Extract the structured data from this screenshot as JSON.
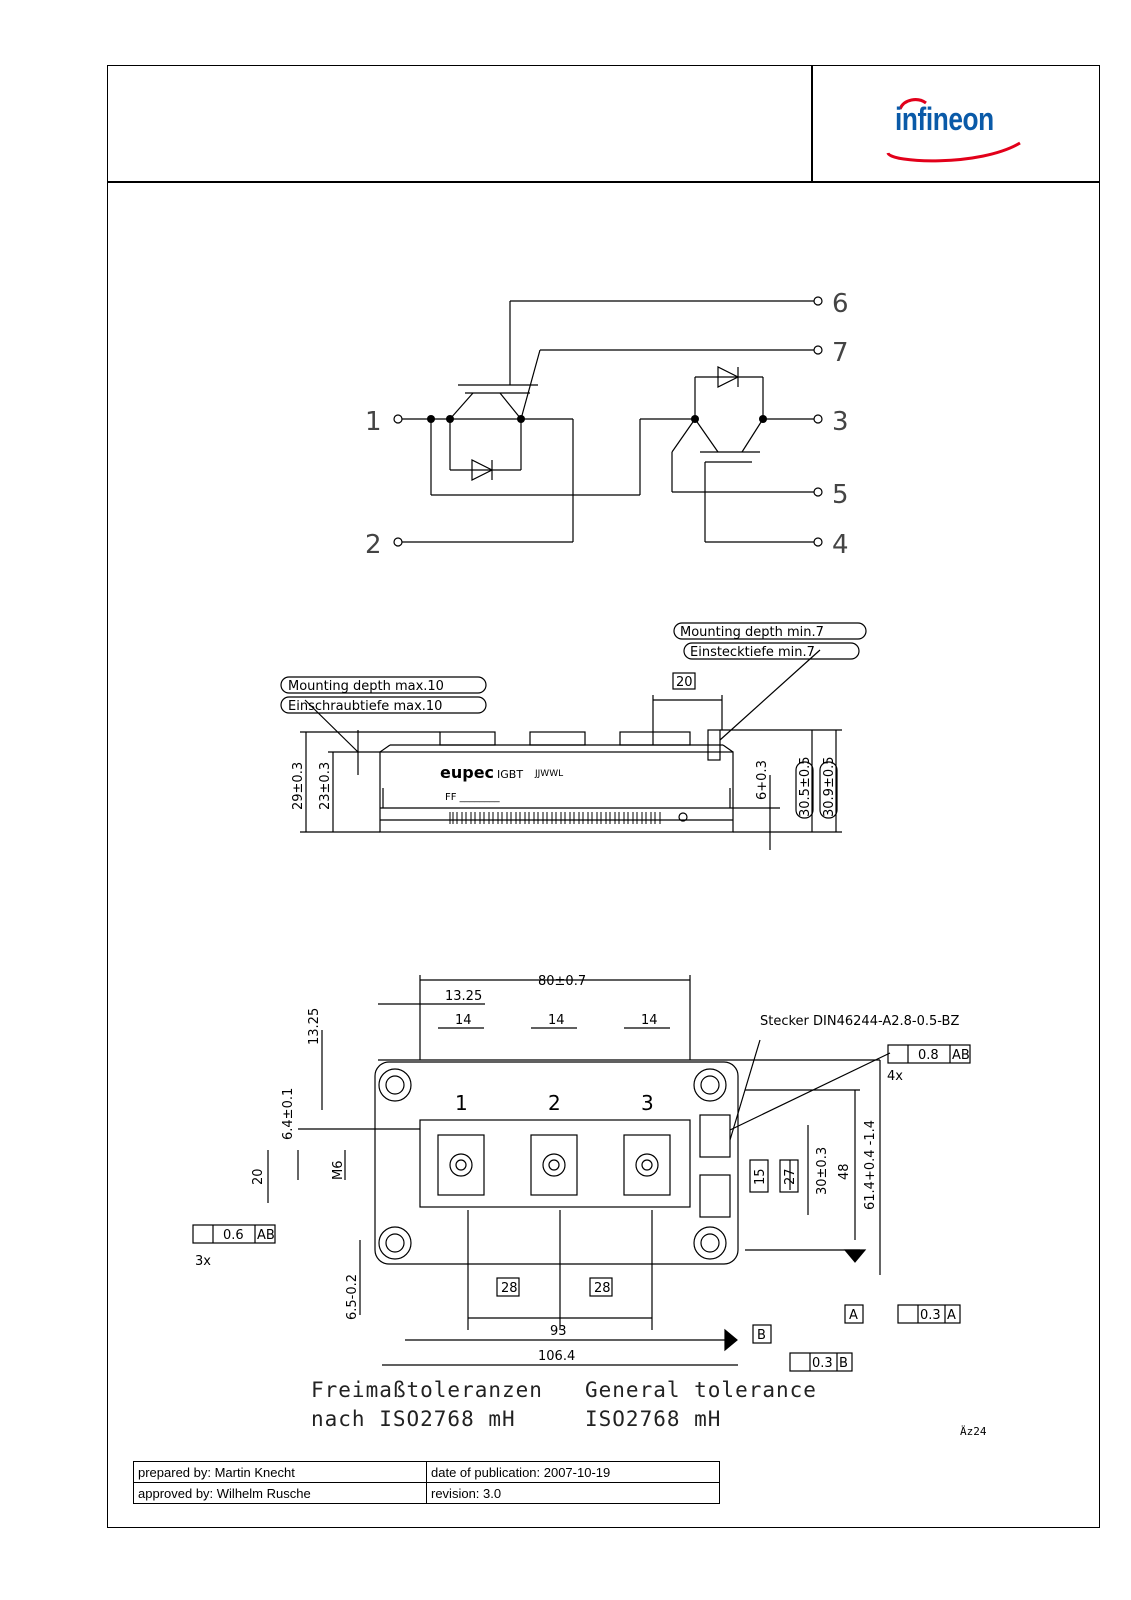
{
  "brand": {
    "name": "infineon"
  },
  "schematic": {
    "pins": [
      "1",
      "2",
      "3",
      "4",
      "5",
      "6",
      "7"
    ]
  },
  "side_view": {
    "mounting_depth_max_en": "Mounting depth max.10",
    "mounting_depth_max_de": "Einschraubtiefe max.10",
    "mounting_depth_min_en": "Mounting depth min.7",
    "mounting_depth_min_de": "Einstecktiefe min.7",
    "dim_20": "20",
    "dim_29": "29±0.3",
    "dim_23": "23±0.3",
    "dim_6": "6+0.3",
    "dim_30_5": "30.5±0.5",
    "dim_30_9": "30.9±0.5",
    "marking_brand": "eupec",
    "marking_type": "IGBT",
    "marking_code": "JJWWL",
    "marking_ff": "FF ________"
  },
  "top_view": {
    "dim_80": "80±0.7",
    "dim_13_25a": "13.25",
    "dim_13_25b": "13.25",
    "dim_14a": "14",
    "dim_14b": "14",
    "dim_14c": "14",
    "connector": "Stecker DIN46244-A2.8-0.5-BZ",
    "pos_tol_08": "0.8",
    "pos_ref_ab": "AB",
    "count_4x": "4x",
    "terminal_1": "1",
    "terminal_2": "2",
    "terminal_3": "3",
    "dim_6_4": "6.4±0.1",
    "dim_20": "20",
    "thread": "M6",
    "dim_15": "15",
    "dim_27": "27",
    "dim_30": "30±0.3",
    "dim_48": "48",
    "dim_61_4": "61.4+0.4 -1.4",
    "pos_tol_06": "0.6",
    "pos_ref_ab2": "AB",
    "count_3x": "3x",
    "dim_28a": "28",
    "dim_28b": "28",
    "dim_93": "93",
    "dim_106_4": "106.4",
    "dim_6_5": "6.5-0.2",
    "datum_a": "A",
    "datum_b": "B",
    "flat_tol_a": "0.3",
    "flat_ref_a": "A",
    "flat_tol_b": "0.3",
    "flat_ref_b": "B"
  },
  "tolerance_note": {
    "de_line1": "Freimaßtoleranzen",
    "de_line2": "nach ISO2768 mH",
    "en_line1": "General tolerance",
    "en_line2": "ISO2768 mH"
  },
  "revision_code": "Äz24",
  "title_block": {
    "prepared_by": "prepared by: Martin Knecht",
    "date": "date of publication: 2007-10-19",
    "approved_by": "approved by: Wilhelm Rusche",
    "revision": "revision: 3.0"
  }
}
